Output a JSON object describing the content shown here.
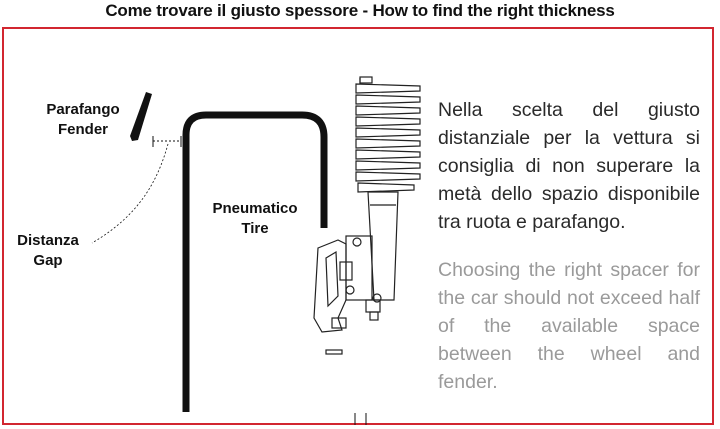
{
  "title": "Come trovare il giusto spessore - How to find the right thickness",
  "labels": {
    "fender_it": "Parafango",
    "fender_en": "Fender",
    "tire_it": "Pneumatico",
    "tire_en": "Tire",
    "gap_it": "Distanza",
    "gap_en": "Gap"
  },
  "text_it": "Nella scelta del giusto distanziale per la vettura si consiglia di non superare la metà dello spazio disponibile tra ruota e parafango.",
  "text_en": "Choosing the right spacer for the car should not exceed half of the available space between the wheel and fender.",
  "colors": {
    "frame": "#d22630",
    "line": "#111111",
    "text_en": "#9a9a9a"
  }
}
